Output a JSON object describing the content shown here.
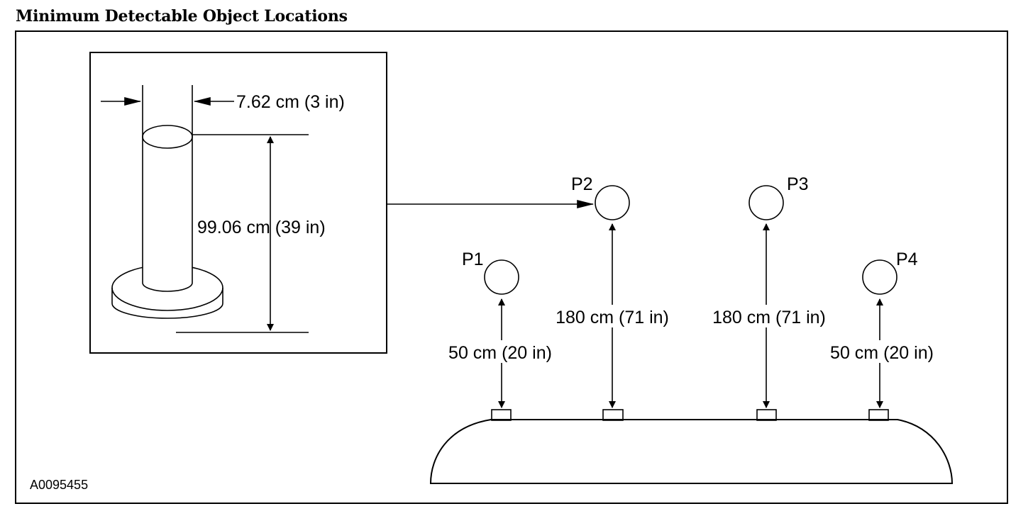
{
  "title": "Minimum Detectable Object Locations",
  "figure_id": "A0095455",
  "inset": {
    "diameter_label": "7.62 cm (3 in)",
    "height_label": "99.06 cm (39 in)"
  },
  "points": {
    "p1": {
      "name": "P1",
      "distance_label": "50 cm (20 in)"
    },
    "p2": {
      "name": "P2",
      "distance_label": "180 cm (71 in)"
    },
    "p3": {
      "name": "P3",
      "distance_label": "180 cm (71 in)"
    },
    "p4": {
      "name": "P4",
      "distance_label": "50 cm (20 in)"
    }
  }
}
